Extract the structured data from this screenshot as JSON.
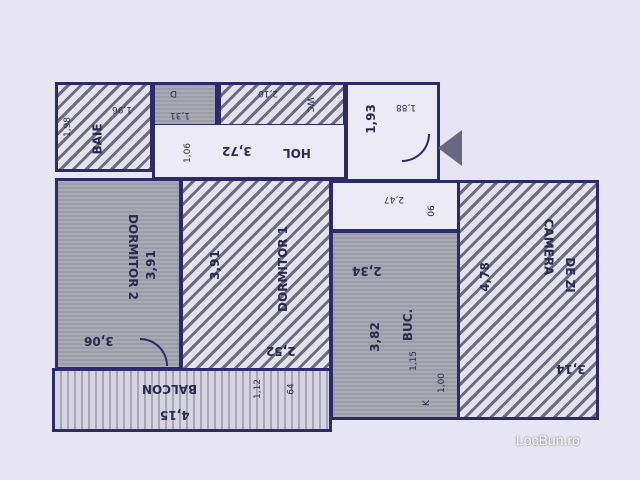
{
  "rooms": {
    "baie": {
      "name": "BAIE",
      "dims": [
        "1,98",
        "1,96"
      ]
    },
    "d": {
      "name": "D",
      "dims": [
        "1,31"
      ]
    },
    "wc": {
      "name": "WC",
      "dims": [
        "2,10"
      ]
    },
    "hol": {
      "name": "HOL",
      "dims": [
        "3,72",
        "1,06",
        "1,93",
        "1,88"
      ]
    },
    "hall_small": {
      "dims": [
        "2,47",
        "90"
      ]
    },
    "dormitor2": {
      "name": "DORMITOR 2",
      "dims": [
        "3,91",
        "3,06"
      ]
    },
    "dormitor1": {
      "name": "DORMITOR 1",
      "dims": [
        "3,91",
        "2,52"
      ]
    },
    "buc": {
      "name": "BUC.",
      "dims": [
        "3,82",
        "2,34",
        "1,15",
        "1,00"
      ],
      "k_label": "K"
    },
    "camera_de_zi": {
      "name": "CAMERA",
      "name2": "DE ZI",
      "dims": [
        "4,78",
        "3,14"
      ]
    },
    "balcon": {
      "name": "BALCON",
      "dims": [
        "4,15",
        "1,12",
        "64"
      ]
    }
  },
  "watermark": "LocBun.ro",
  "colors": {
    "ink": "#2b2a6b",
    "paper": "#e7e5f3"
  }
}
